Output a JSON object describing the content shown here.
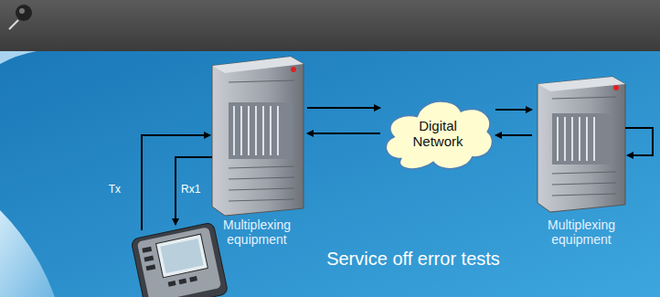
{
  "diagram": {
    "caption": "Service off error tests",
    "nodes": [
      {
        "text": [
          "Multiplexing equipment"
        ]
      },
      {
        "text": [
          "Digital Network"
        ]
      },
      {
        "text": [
          "Multiplexing equipment"
        ]
      }
    ],
    "edges": [
      {
        "from": 0,
        "to": 1,
        "arrow": "to"
      },
      {
        "from": 1,
        "to": 0,
        "arrow": "to"
      },
      {
        "from": 1,
        "to": 2,
        "arrow": "to"
      },
      {
        "from": 2,
        "to": 1,
        "arrow": "to"
      }
    ],
    "labels": [
      "Tx",
      "Rx1"
    ]
  }
}
